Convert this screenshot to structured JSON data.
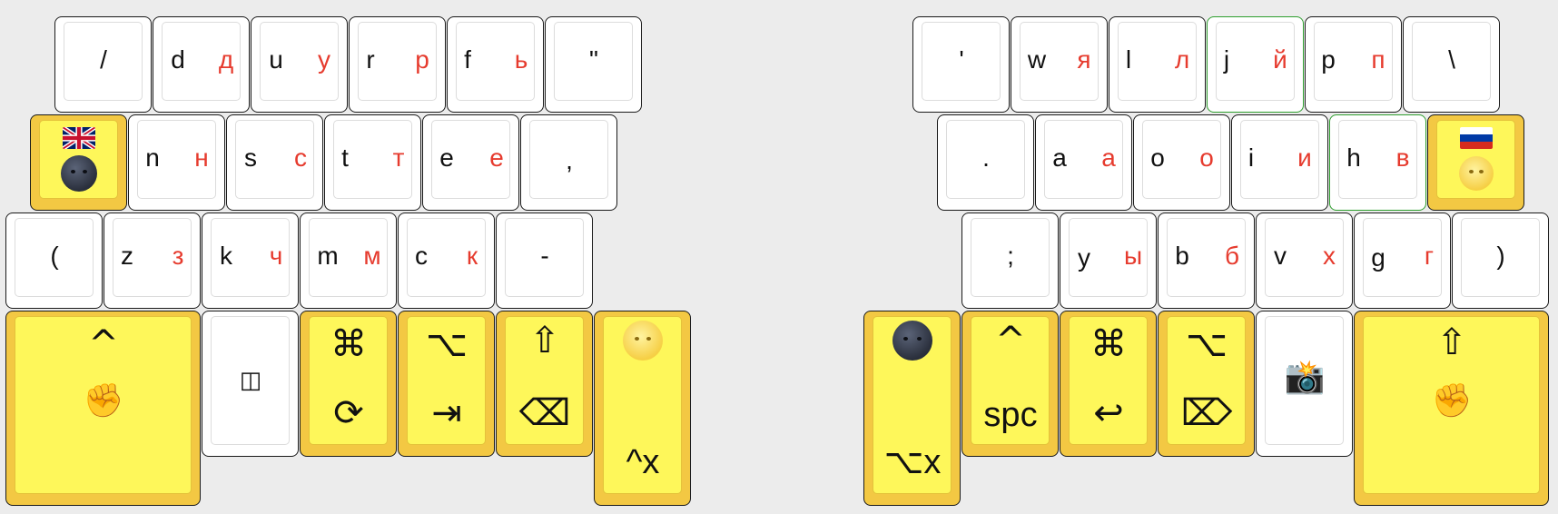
{
  "left": {
    "row1": [
      {
        "lat": "/"
      },
      {
        "lat": "d",
        "cyr": "д"
      },
      {
        "lat": "u",
        "cyr": "у"
      },
      {
        "lat": "r",
        "cyr": "р"
      },
      {
        "lat": "f",
        "cyr": "ь"
      },
      {
        "lat": "\""
      }
    ],
    "row2": [
      {
        "lat": "n",
        "cyr": "н"
      },
      {
        "lat": "s",
        "cyr": "с"
      },
      {
        "lat": "t",
        "cyr": "т"
      },
      {
        "lat": "e",
        "cyr": "е"
      },
      {
        "lat": ","
      }
    ],
    "row3": [
      {
        "lat": "("
      },
      {
        "lat": "z",
        "cyr": "з"
      },
      {
        "lat": "k",
        "cyr": "ч"
      },
      {
        "lat": "m",
        "cyr": "м"
      },
      {
        "lat": "c",
        "cyr": "к"
      },
      {
        "lat": "-"
      }
    ],
    "thumbs": {
      "ctrl_top": "^",
      "fist": "✊",
      "mouse": "◫",
      "cmd_top": "⌘",
      "cmd_bottom": "⟳",
      "opt_top": "⌥",
      "opt_bottom": "⇥",
      "shift_top": "⇧",
      "shift_bottom": "⌫",
      "ctrl_x": "^x"
    }
  },
  "right": {
    "row1": [
      {
        "lat": "'"
      },
      {
        "lat": "w",
        "cyr": "я"
      },
      {
        "lat": "l",
        "cyr": "л"
      },
      {
        "lat": "j",
        "cyr": "й"
      },
      {
        "lat": "p",
        "cyr": "п"
      },
      {
        "lat": "\\"
      }
    ],
    "row2": [
      {
        "lat": "."
      },
      {
        "lat": "a",
        "cyr": "а"
      },
      {
        "lat": "o",
        "cyr": "о"
      },
      {
        "lat": "i",
        "cyr": "и"
      },
      {
        "lat": "h",
        "cyr": "в"
      }
    ],
    "row3": [
      {
        "lat": ";"
      },
      {
        "lat": "y",
        "cyr": "ы"
      },
      {
        "lat": "b",
        "cyr": "б"
      },
      {
        "lat": "v",
        "cyr": "х"
      },
      {
        "lat": "g",
        "cyr": "г"
      },
      {
        "lat": ")"
      }
    ],
    "thumbs": {
      "opt_x": "⌥x",
      "ctrl_top": "^",
      "space": "spc",
      "cmd_top": "⌘",
      "enter": "↩",
      "opt_top": "⌥",
      "delete": "⌦",
      "camera": "📸",
      "shift_top": "⇧",
      "fist": "✊"
    }
  },
  "colors": {
    "key_face": "#ffffff",
    "layer_key": "#fef75a",
    "layer_key_edge": "#f3c843",
    "cyrillic": "#e63b2e",
    "highlight_border": "#2e9e2e"
  }
}
